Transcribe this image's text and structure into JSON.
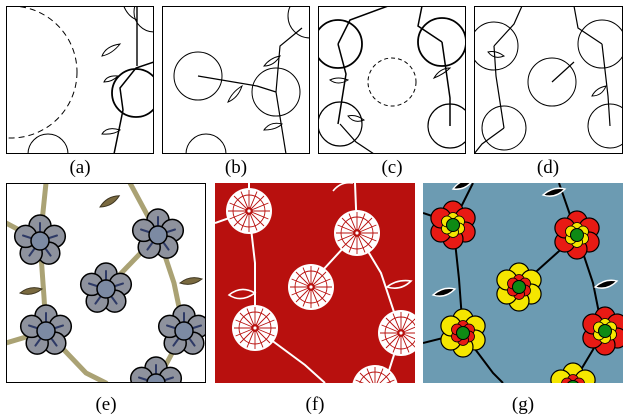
{
  "figure": {
    "panels": [
      {
        "id": "a",
        "label": "(a)",
        "kind": "sketch",
        "fill": "#ffffff"
      },
      {
        "id": "b",
        "label": "(b)",
        "kind": "sketch",
        "fill": "#ffffff"
      },
      {
        "id": "c",
        "label": "(c)",
        "kind": "sketch",
        "fill": "#ffffff"
      },
      {
        "id": "d",
        "label": "(d)",
        "kind": "sketch",
        "fill": "#ffffff"
      },
      {
        "id": "e",
        "label": "(e)",
        "kind": "rendered",
        "background": "#ffffff",
        "flower": "grey-blue",
        "stem": "#aaa274",
        "leaf": "#7a6a40"
      },
      {
        "id": "f",
        "label": "(f)",
        "kind": "rendered",
        "background": "#b8100e",
        "flower": "white-chrysanthemum",
        "stem": "#ffffff"
      },
      {
        "id": "g",
        "label": "(g)",
        "kind": "rendered",
        "background": "#6c9bb2",
        "flower": "red-yellow-green",
        "stem": "#000000",
        "leaf": "#000000"
      }
    ]
  }
}
